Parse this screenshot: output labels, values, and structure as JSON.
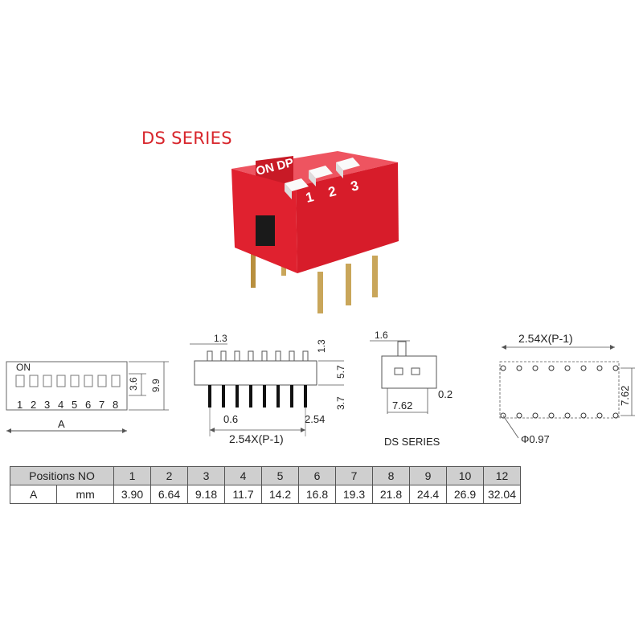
{
  "title": "DS SERIES",
  "photo": {
    "marking": "ON DP",
    "numbers": [
      "1",
      "2",
      "3"
    ],
    "colors": {
      "body": "#e0212f",
      "body_dark": "#b1131d",
      "body_light": "#ee5460",
      "pins": "#c9a65a",
      "caps": "#f5f5f5"
    }
  },
  "top_view": {
    "on_label": "ON",
    "numbers": [
      "1",
      "2",
      "3",
      "4",
      "5",
      "6",
      "7",
      "8"
    ],
    "dim_a": "A",
    "dim_height_inner": "3.6",
    "dim_height_outer": "9.9"
  },
  "side_view": {
    "dim_top_pitch": "1.3",
    "dim_top_height": "1.3",
    "dim_body_height": "5.7",
    "dim_pin_length": "3.7",
    "dim_pin_width": "0.6",
    "dim_pitch": "2.54",
    "dim_span": "2.54X(P-1)"
  },
  "end_view": {
    "dim_actuator": "1.6",
    "dim_row_spacing": "7.62",
    "dim_offset": "0.2",
    "caption": "DS SERIES"
  },
  "footprint": {
    "dim_span": "2.54X(P-1)",
    "dim_row_spacing": "7.62",
    "dim_hole": "Φ0.97"
  },
  "table": {
    "header_label": "Positions NO",
    "positions": [
      "1",
      "2",
      "3",
      "4",
      "5",
      "6",
      "7",
      "8",
      "9",
      "10",
      "12"
    ],
    "row_label": "A",
    "row_unit": "mm",
    "values": [
      "3.90",
      "6.64",
      "9.18",
      "11.7",
      "14.2",
      "16.8",
      "19.3",
      "21.8",
      "24.4",
      "26.9",
      "32.04"
    ]
  }
}
